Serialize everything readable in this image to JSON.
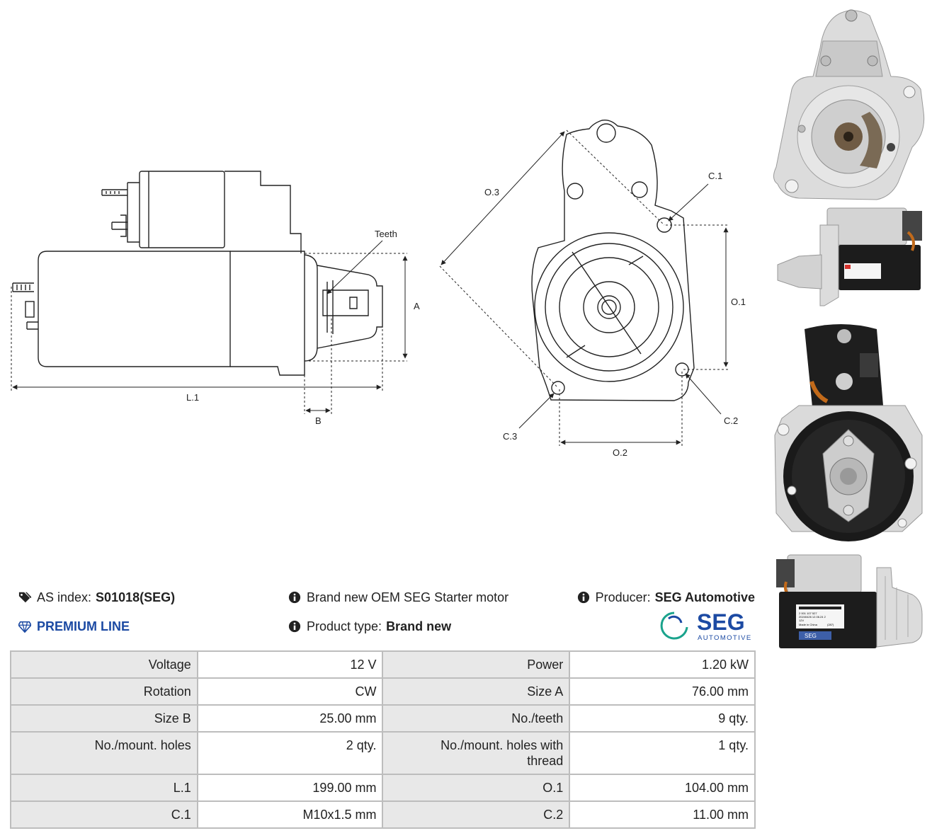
{
  "drawing": {
    "labels": {
      "teeth": "Teeth",
      "a": "A",
      "l1": "L.1",
      "b": "B",
      "o1": "O.1",
      "o2": "O.2",
      "o3": "O.3",
      "c1": "C.1",
      "c2": "C.2",
      "c3": "C.3"
    }
  },
  "photos": {
    "label_texts": [
      "2 001 107 527",
      "20240426 12.06.24 2",
      "12V",
      "Made in China",
      "(287)",
      "SEG"
    ]
  },
  "info": {
    "as_index_label": "AS index:",
    "as_index_value": "S01018(SEG)",
    "premium_line": "PREMIUM LINE",
    "brand_desc": "Brand new OEM SEG Starter motor",
    "product_type_label": "Product type:",
    "product_type_value": "Brand new",
    "producer_label": "Producer:",
    "producer_value": "SEG Automotive"
  },
  "logo": {
    "name": "SEG",
    "sub": "AUTOMOTIVE",
    "color": "#1c4aa3",
    "accent": "#1aa38c"
  },
  "specs": [
    {
      "l1": "Voltage",
      "v1": "12 V",
      "l2": "Power",
      "v2": "1.20 kW"
    },
    {
      "l1": "Rotation",
      "v1": "CW",
      "l2": "Size A",
      "v2": "76.00 mm"
    },
    {
      "l1": "Size B",
      "v1": "25.00 mm",
      "l2": "No./teeth",
      "v2": "9 qty."
    },
    {
      "l1": "No./mount. holes",
      "v1": "2 qty.",
      "l2": "No./mount. holes with thread",
      "v2": "1 qty."
    },
    {
      "l1": "L.1",
      "v1": "199.00 mm",
      "l2": "O.1",
      "v2": "104.00 mm"
    },
    {
      "l1": "C.1",
      "v1": "M10x1.5 mm",
      "l2": "C.2",
      "v2": "11.00 mm"
    }
  ],
  "colors": {
    "premium": "#1c4aa3",
    "table_label_bg": "#e8e8e8",
    "table_border": "#bdbdbd"
  }
}
